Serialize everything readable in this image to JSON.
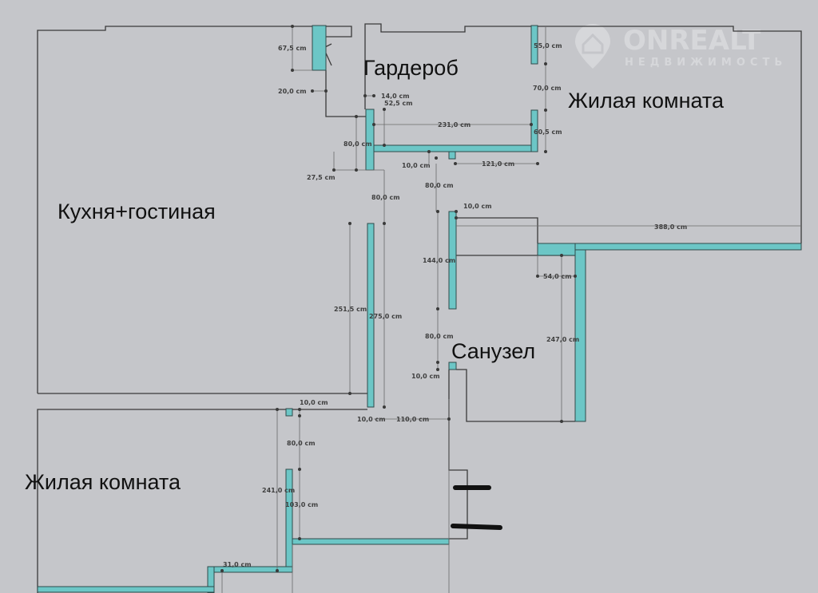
{
  "watermark": {
    "brand": "ONREALT",
    "subtitle": "НЕДВИЖИМОСТЬ"
  },
  "rooms": {
    "wardrobe": "Гардероб",
    "living_room_top": "Жилая комната",
    "kitchen_living": "Кухня+гостиная",
    "bathroom": "Санузел",
    "living_room_bottom": "Жилая комната"
  },
  "dimensions": {
    "d67_5": "67,5 cm",
    "d20_0": "20,0 cm",
    "d14_0": "14,0 cm",
    "d52_5": "52,5 cm",
    "d231_0": "231,0 cm",
    "d55_0": "55,0 cm",
    "d70_0": "70,0 cm",
    "d60_5": "60,5 cm",
    "d80_0_a": "80,0 cm",
    "d27_5": "27,5 cm",
    "d10_0_a": "10,0 cm",
    "d121_0": "121,0 cm",
    "d80_0_b": "80,0 cm",
    "d80_0_c": "80,0 cm",
    "d10_0_b": "10,0 cm",
    "d388_0": "388,0 cm",
    "d144_0": "144,0 cm",
    "d54_0": "54,0 cm",
    "d251_5": "251,5 cm",
    "d275_0": "275,0 cm",
    "d247_0": "247,0 cm",
    "d80_0_d": "80,0 cm",
    "d10_0_c": "10,0 cm",
    "d10_0_d": "10,0 cm",
    "d10_0_e": "10,0 cm",
    "d110_0": "110,0 cm",
    "d80_0_e": "80,0 cm",
    "d241_0": "241,0 cm",
    "d103_0": "103,0 cm",
    "d31_0": "31,0 cm"
  }
}
